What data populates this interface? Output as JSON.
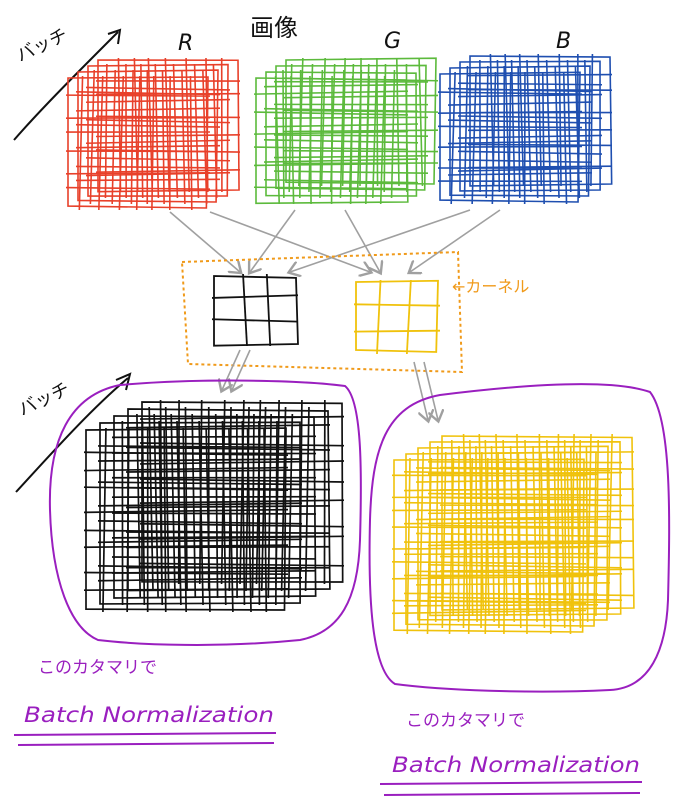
{
  "diagram": {
    "batch_label_top": "バッチ",
    "image_label": "画像",
    "channel_labels": [
      "R",
      "G",
      "B"
    ],
    "kernel_label": "←カーネル",
    "batch_label_bottom": "バッチ",
    "note_left": "このカタマリで",
    "bn_left": "Batch Normalization",
    "note_right": "このカタマリで",
    "bn_right": "Batch Normalization",
    "colors": {
      "red": "#e8402a",
      "green": "#5cba3c",
      "blue": "#1f4fb0",
      "black": "#111111",
      "yellow": "#f0c20c",
      "purple": "#9a1fbf",
      "orange": "#f09a1a",
      "gray": "#a0a0a0"
    }
  }
}
